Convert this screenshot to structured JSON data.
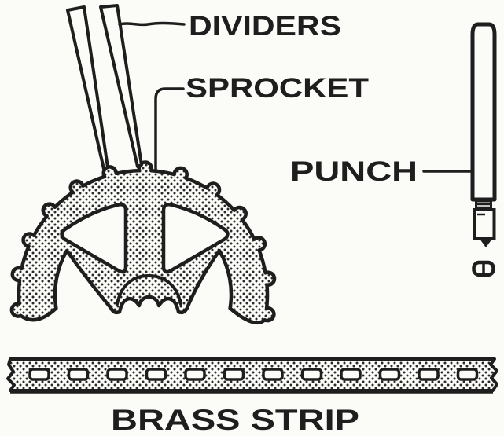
{
  "figure": {
    "labels": {
      "dividers": "DIVIDERS",
      "sprocket": "SPROCKET",
      "punch": "PUNCH",
      "brass_strip": "BRASS STRIP"
    },
    "colors": {
      "ink": "#1e1e1e",
      "paper": "#fbfbf8",
      "stipple_dot": "#2a2a2a"
    },
    "brass_strip": {
      "hole_count": 12
    },
    "sprocket": {
      "tooth_count": 13
    }
  }
}
